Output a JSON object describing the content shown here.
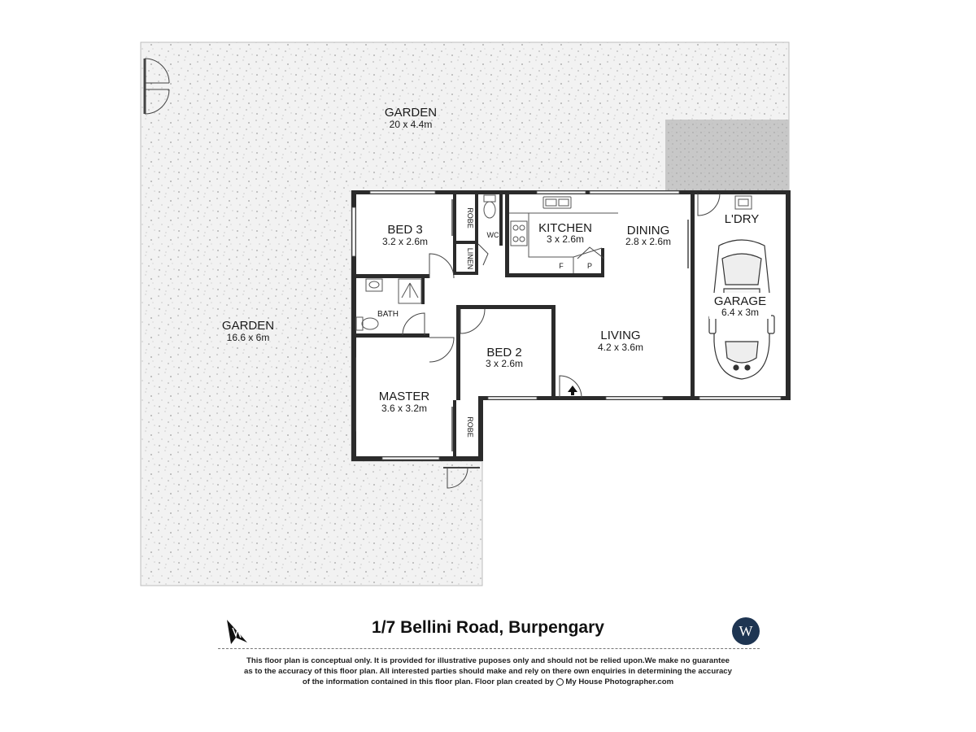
{
  "rooms": {
    "garden_top": {
      "name": "GARDEN",
      "dims": "20 x 4.4m"
    },
    "garden_left": {
      "name": "GARDEN",
      "dims": "16.6 x 6m"
    },
    "bed3": {
      "name": "BED 3",
      "dims": "3.2 x 2.6m"
    },
    "kitchen": {
      "name": "KITCHEN",
      "dims": "3 x 2.6m"
    },
    "dining": {
      "name": "DINING",
      "dims": "2.8 x 2.6m"
    },
    "laundry": {
      "name": "L'DRY"
    },
    "garage": {
      "name": "GARAGE",
      "dims": "6.4 x 3m"
    },
    "bath": {
      "name": "BATH"
    },
    "living": {
      "name": "LIVING",
      "dims": "4.2 x 3.6m"
    },
    "bed2": {
      "name": "BED 2",
      "dims": "3 x 2.6m"
    },
    "master": {
      "name": "MASTER",
      "dims": "3.6 x 3.2m"
    }
  },
  "labels": {
    "robe_top": "ROBE",
    "robe_master": "ROBE",
    "linen": "LINEN",
    "wc": "WC",
    "fridge": "F",
    "pantry": "P"
  },
  "footer": {
    "address": "1/7 Bellini Road, Burpengary",
    "logo_letter": "W",
    "disclaimer_1": "This floor plan is conceptual only. It is provided for illustrative puposes only and should not be relied upon.We make no guarantee",
    "disclaimer_2": "as to the accuracy of this floor plan. All interested parties should make and rely on there own enquiries in determining the accuracy",
    "disclaimer_3": "of the information contained in this floor plan. Floor plan created by",
    "credit": "My House Photographer.com"
  },
  "icons": [
    "north-arrow-icon",
    "logo-w-icon",
    "camera-lens-icon",
    "entry-arrow-icon",
    "car-icon",
    "sink-icon",
    "toilet-icon",
    "shower-icon",
    "stove-icon"
  ],
  "colors": {
    "wall": "#2b2b2b",
    "garden": "#f3f3f3",
    "paving": "#c9c9c9",
    "floor": "#ffffff",
    "logo": "#1e3552"
  }
}
